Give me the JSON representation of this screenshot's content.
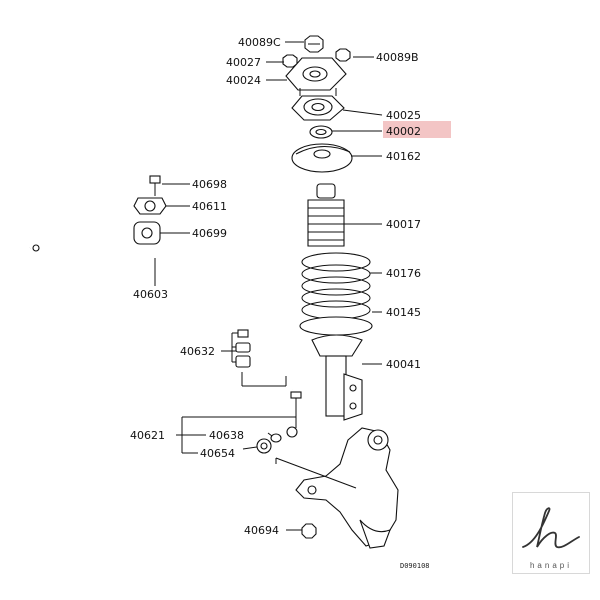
{
  "diagram": {
    "parts": [
      {
        "id": "40089C"
      },
      {
        "id": "40089B"
      },
      {
        "id": "40027"
      },
      {
        "id": "40024"
      },
      {
        "id": "40025"
      },
      {
        "id": "40002",
        "highlighted": true
      },
      {
        "id": "40162"
      },
      {
        "id": "40698"
      },
      {
        "id": "40611"
      },
      {
        "id": "40699"
      },
      {
        "id": "40017"
      },
      {
        "id": "40176"
      },
      {
        "id": "40603"
      },
      {
        "id": "40145"
      },
      {
        "id": "40632"
      },
      {
        "id": "40041"
      },
      {
        "id": "40621"
      },
      {
        "id": "40638"
      },
      {
        "id": "40654"
      },
      {
        "id": "40694"
      }
    ],
    "reference_code": "D090108",
    "highlight_color": "#f3c5c5"
  },
  "watermark": {
    "brand": "hanapi"
  }
}
